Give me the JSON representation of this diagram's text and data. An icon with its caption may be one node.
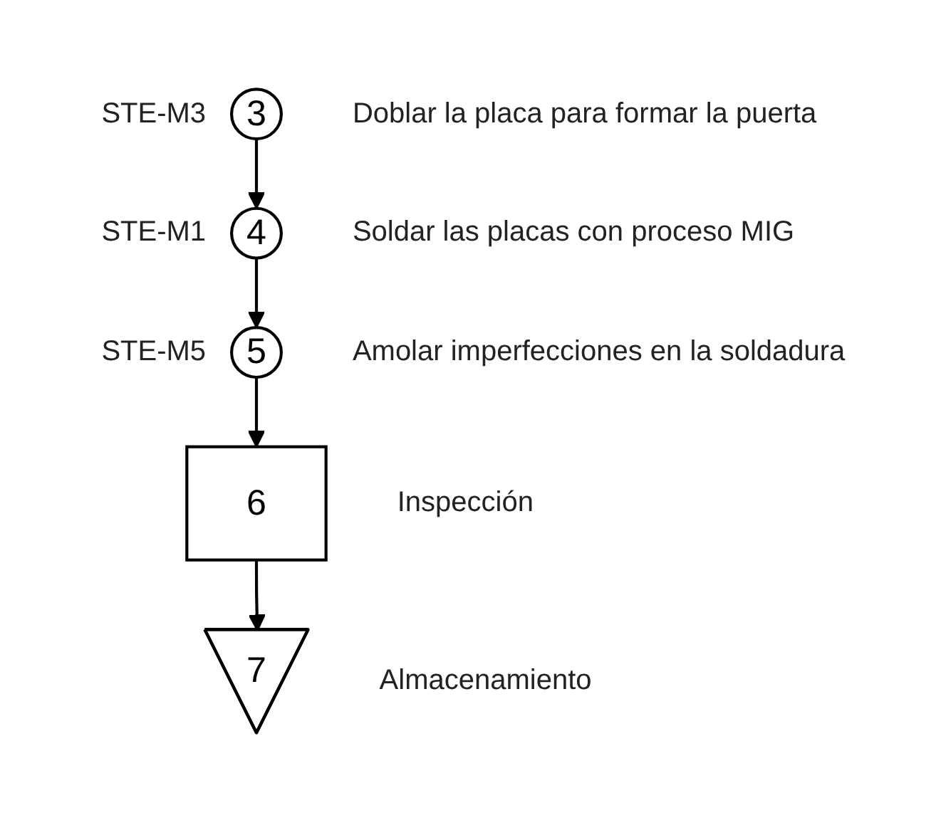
{
  "diagram": {
    "nodes": [
      {
        "text": [
          "3"
        ],
        "beside": [
          "STE-M3",
          "Doblar la placa para formar la puerta"
        ]
      },
      {
        "text": [
          "4"
        ],
        "beside": [
          "STE-M1",
          "Soldar las placas con proceso MIG"
        ]
      },
      {
        "text": [
          "5"
        ],
        "beside": [
          "STE-M5",
          "Amolar imperfecciones en la soldadura"
        ]
      },
      {
        "text": [
          "6"
        ],
        "beside": [
          "Inspección"
        ]
      },
      {
        "text": [
          "7"
        ],
        "beside": [
          "Almacenamiento"
        ]
      }
    ],
    "edges": [
      {
        "from": 0,
        "to": 1,
        "arrow": "to"
      },
      {
        "from": 1,
        "to": 2,
        "arrow": "to"
      },
      {
        "from": 2,
        "to": 3,
        "arrow": "to"
      },
      {
        "from": 3,
        "to": 4,
        "arrow": "to"
      }
    ]
  }
}
